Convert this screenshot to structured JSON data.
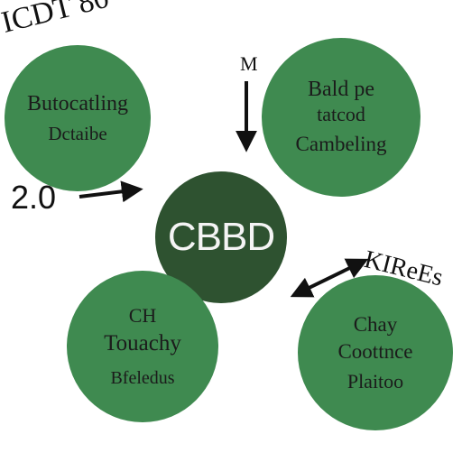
{
  "colors": {
    "node_fill": "#3f8a50",
    "center_fill": "#2e5230",
    "center_text": "#f4f4f4",
    "arrow": "#111111"
  },
  "labels": {
    "top_left": "ICDT 80",
    "left": "2.0",
    "top_mid": "M",
    "right": "KIReEs"
  },
  "center": {
    "text": "CBBD"
  },
  "nodes": {
    "top_left": {
      "line1": "Butocatling",
      "line2": "Dctaibe"
    },
    "top_right": {
      "line1": "Bald pe",
      "line2": "tatcod",
      "line3": "Cambeling"
    },
    "bottom_left": {
      "line1": "CH",
      "line2": "Touachy",
      "line3": "Bfeledus"
    },
    "bottom_right": {
      "line1": "Chay",
      "line2": "Coottnce",
      "line3": "Plaitoo"
    }
  }
}
